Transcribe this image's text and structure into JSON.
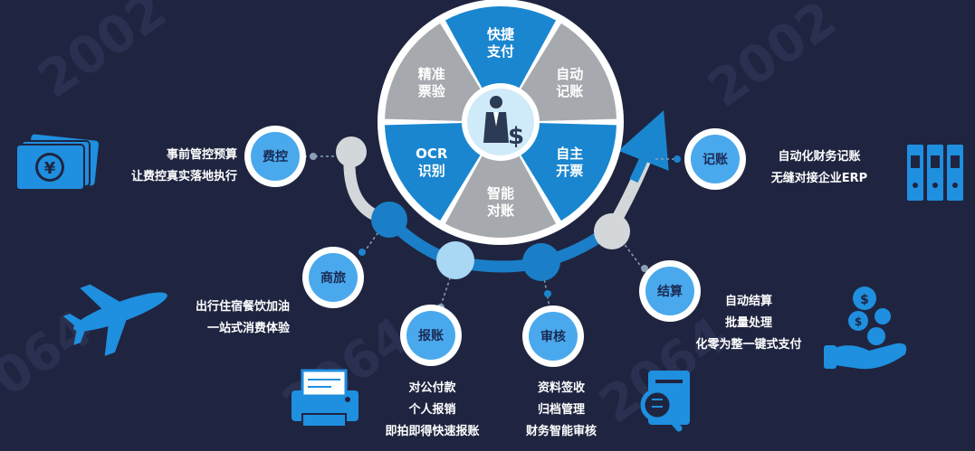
{
  "colors": {
    "background": "#1f2540",
    "wheel_blue": "#1a86cf",
    "wheel_gray": "#a6a9ad",
    "hub": "#cfeaf8",
    "node_blue": "#4aa9ec",
    "arc_blue": "#1a7fc8",
    "arc_gray": "#d4d7da",
    "icon_blue": "#1f8fe0"
  },
  "wheel": {
    "segments": [
      {
        "lines": [
          "快捷",
          "支付"
        ],
        "tone": "blue"
      },
      {
        "lines": [
          "自动",
          "记账"
        ],
        "tone": "gray"
      },
      {
        "lines": [
          "自主",
          "开票"
        ],
        "tone": "blue"
      },
      {
        "lines": [
          "智能",
          "对账"
        ],
        "tone": "gray"
      },
      {
        "lines": [
          "OCR",
          "识别"
        ],
        "tone": "blue"
      },
      {
        "lines": [
          "精准",
          "票验"
        ],
        "tone": "gray"
      }
    ],
    "hub_icon": "businessman-dollar-icon"
  },
  "nodes": {
    "feikong": "费控",
    "shanglv": "商旅",
    "baozhang": "报账",
    "shenhe": "审核",
    "jiesuan": "结算",
    "jizhang": "记账"
  },
  "descriptions": {
    "feikong": [
      "事前管控预算",
      "让费控真实落地执行"
    ],
    "shanglv": [
      "出行住宿餐饮加油",
      "一站式消费体验"
    ],
    "baozhang": [
      "对公付款",
      "个人报销",
      "即拍即得快速报账"
    ],
    "shenhe": [
      "资料签收",
      "归档管理",
      "财务智能审核"
    ],
    "jiesuan": [
      "自动结算",
      "批量处理",
      "化零为整一键式支付"
    ],
    "jizhang": [
      "自动化财务记账",
      "无缝对接企业ERP"
    ]
  },
  "icons": {
    "feikong": "yen-banknotes-icon",
    "shanglv": "airplane-icon",
    "baozhang": "printer-icon",
    "shenhe": "document-magnifier-icon",
    "jiesuan": "hand-coins-icon",
    "jizhang": "binders-icon"
  }
}
